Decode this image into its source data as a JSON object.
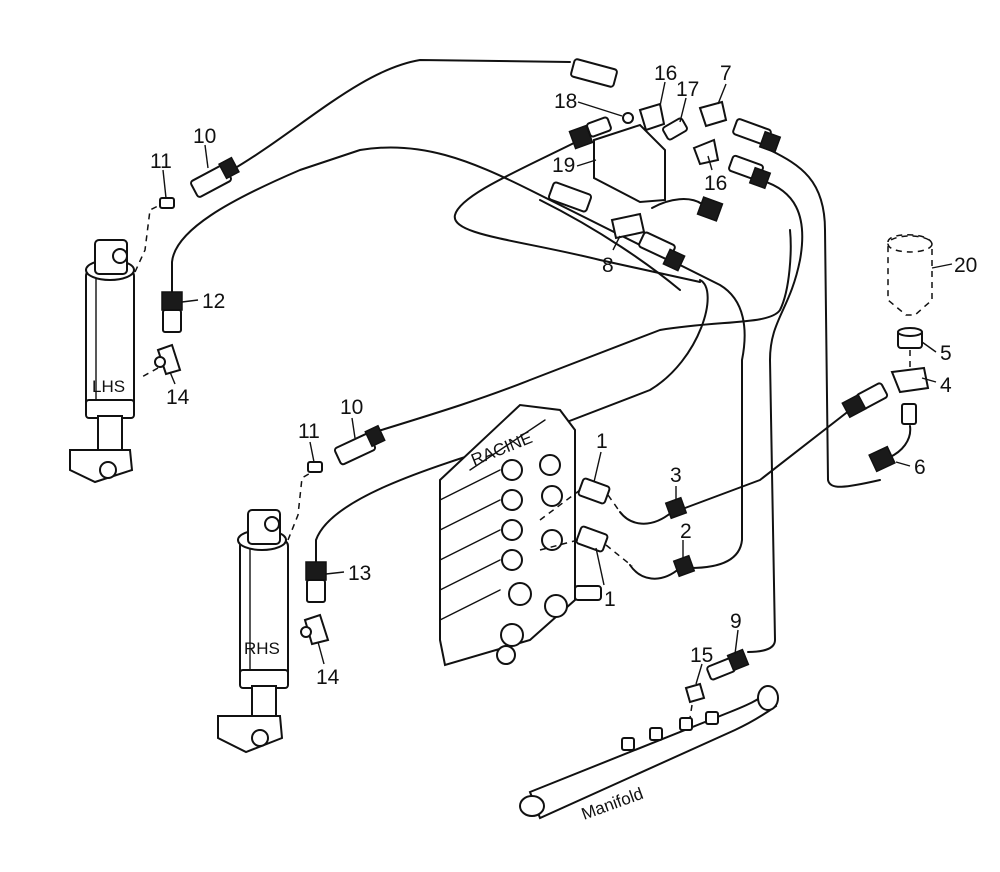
{
  "callouts": [
    {
      "id": "c1a",
      "text": "1"
    },
    {
      "id": "c1b",
      "text": "1"
    },
    {
      "id": "c2",
      "text": "2"
    },
    {
      "id": "c3",
      "text": "3"
    },
    {
      "id": "c4",
      "text": "4"
    },
    {
      "id": "c5",
      "text": "5"
    },
    {
      "id": "c6",
      "text": "6"
    },
    {
      "id": "c7",
      "text": "7"
    },
    {
      "id": "c8",
      "text": "8"
    },
    {
      "id": "c9",
      "text": "9"
    },
    {
      "id": "c10a",
      "text": "10"
    },
    {
      "id": "c10b",
      "text": "10"
    },
    {
      "id": "c11a",
      "text": "11"
    },
    {
      "id": "c11b",
      "text": "11"
    },
    {
      "id": "c12",
      "text": "12"
    },
    {
      "id": "c13",
      "text": "13"
    },
    {
      "id": "c14a",
      "text": "14"
    },
    {
      "id": "c14b",
      "text": "14"
    },
    {
      "id": "c15",
      "text": "15"
    },
    {
      "id": "c16a",
      "text": "16"
    },
    {
      "id": "c16b",
      "text": "16"
    },
    {
      "id": "c17",
      "text": "17"
    },
    {
      "id": "c18",
      "text": "18"
    },
    {
      "id": "c19",
      "text": "19"
    },
    {
      "id": "c20",
      "text": "20"
    }
  ],
  "labels": {
    "lhs_cylinder": "LHS",
    "rhs_cylinder": "RHS",
    "valve_brand": "RACINE",
    "manifold": "Manifold"
  }
}
